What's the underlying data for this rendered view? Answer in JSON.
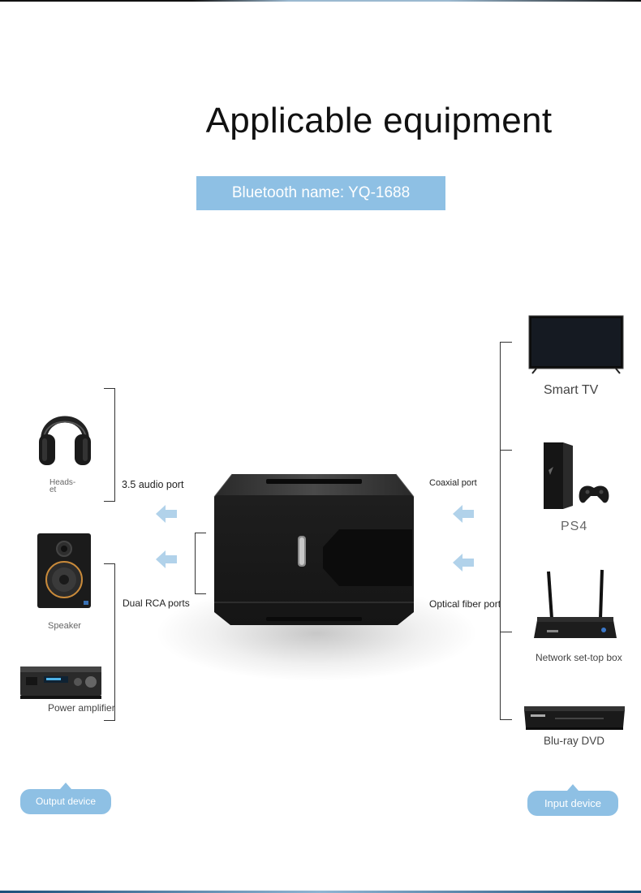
{
  "header": {
    "title": "Applicable equipment",
    "bluetooth_name": "Bluetooth name: YQ-1688"
  },
  "output_side": {
    "devices": [
      {
        "label": "Heads-\net",
        "icon": "headphones-icon"
      },
      {
        "label": "Speaker",
        "icon": "speaker-icon"
      },
      {
        "label": "Power amplifier",
        "icon": "power-amplifier-icon"
      }
    ],
    "ports": [
      "3.5 audio port",
      "Dual RCA ports"
    ],
    "badge": "Output device"
  },
  "input_side": {
    "devices": [
      {
        "label": "Smart TV",
        "icon": "smart-tv-icon"
      },
      {
        "label": "PS4",
        "icon": "ps4-console-icon"
      },
      {
        "label": "Network set-top box",
        "icon": "set-top-box-icon"
      },
      {
        "label": "Blu-ray DVD",
        "icon": "bluray-player-icon"
      }
    ],
    "ports": [
      "Coaxial port",
      "Optical fiber port"
    ],
    "badge": "Input device"
  },
  "colors": {
    "accent": "#8ec0e4",
    "arrow": "#a8cde8",
    "device_body": "#1c1c1c"
  }
}
